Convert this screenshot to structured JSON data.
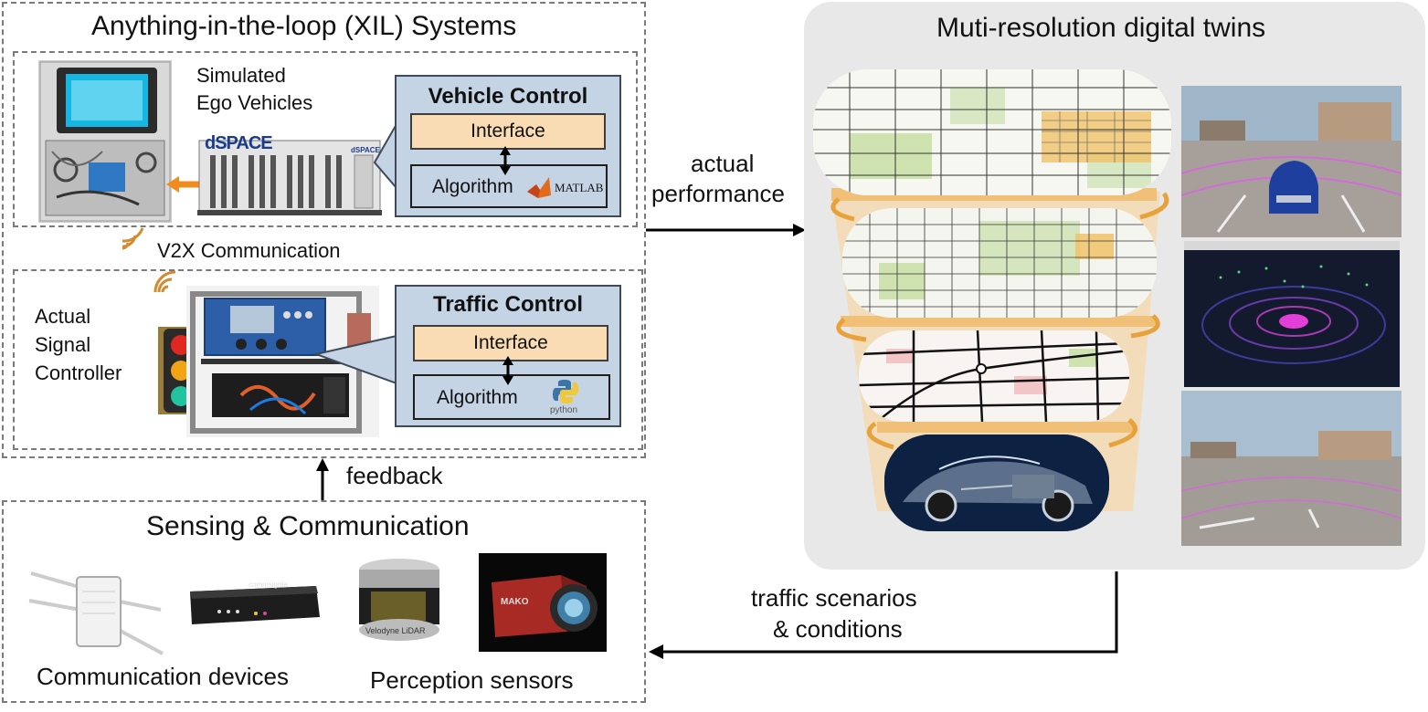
{
  "xil": {
    "title": "Anything-in-the-loop (XIL) Systems",
    "ego_label_line1": "Simulated",
    "ego_label_line2": "Ego Vehicles",
    "dspace_logo": "dSPACE",
    "dspace_small": "dSPACE",
    "vehicle_control": {
      "title": "Vehicle Control",
      "interface": "Interface",
      "algorithm": "Algorithm",
      "tool_logo": "MATLAB"
    },
    "v2x_label": "V2X Communication",
    "signal_label_line1": "Actual",
    "signal_label_line2": "Signal",
    "signal_label_line3": "Controller",
    "traffic_control": {
      "title": "Traffic Control",
      "interface": "Interface",
      "algorithm": "Algorithm",
      "tool_logo": "python"
    }
  },
  "arrows": {
    "actual_line1": "actual",
    "actual_line2": "performance",
    "feedback": "feedback",
    "scenarios_line1": "traffic scenarios",
    "scenarios_line2": "& conditions"
  },
  "twins": {
    "title": "Muti-resolution digital twins"
  },
  "sensing": {
    "title": "Sensing & Communication",
    "comm_label": "Communication devices",
    "perception_label": "Perception sensors",
    "commsignia_logo": "commsignia",
    "velodyne_logo": "Velodyne LiDAR",
    "mako_logo": "MAKO"
  },
  "colors": {
    "dashed_border": "#7a7a7a",
    "control_box": "#c5d4e5",
    "interface_box": "#f9dcb3",
    "twin_panel": "#e8e8e8",
    "orange_arrow": "#e8a23b"
  }
}
